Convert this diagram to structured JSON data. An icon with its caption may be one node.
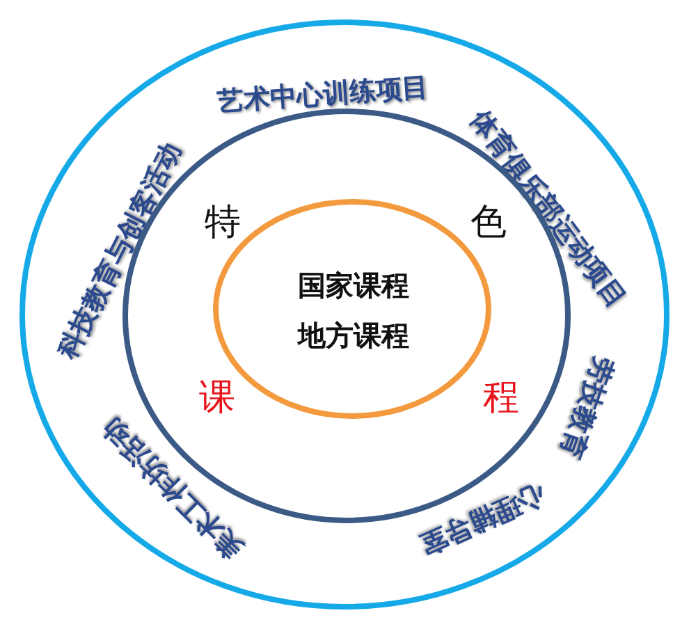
{
  "diagram": {
    "nodes": [
      {
        "text": [
          "科技教育与创客活动",
          "艺术中心训练项目",
          "体育俱乐部运动项目",
          "劳技教育",
          "心理辅导室",
          "美术工作坊活动"
        ]
      },
      {
        "text": [
          "特",
          "色",
          "课",
          "程"
        ],
        "in": 0
      },
      {
        "text": [
          "国家课程",
          "地方课程"
        ],
        "in": 1
      }
    ]
  }
}
